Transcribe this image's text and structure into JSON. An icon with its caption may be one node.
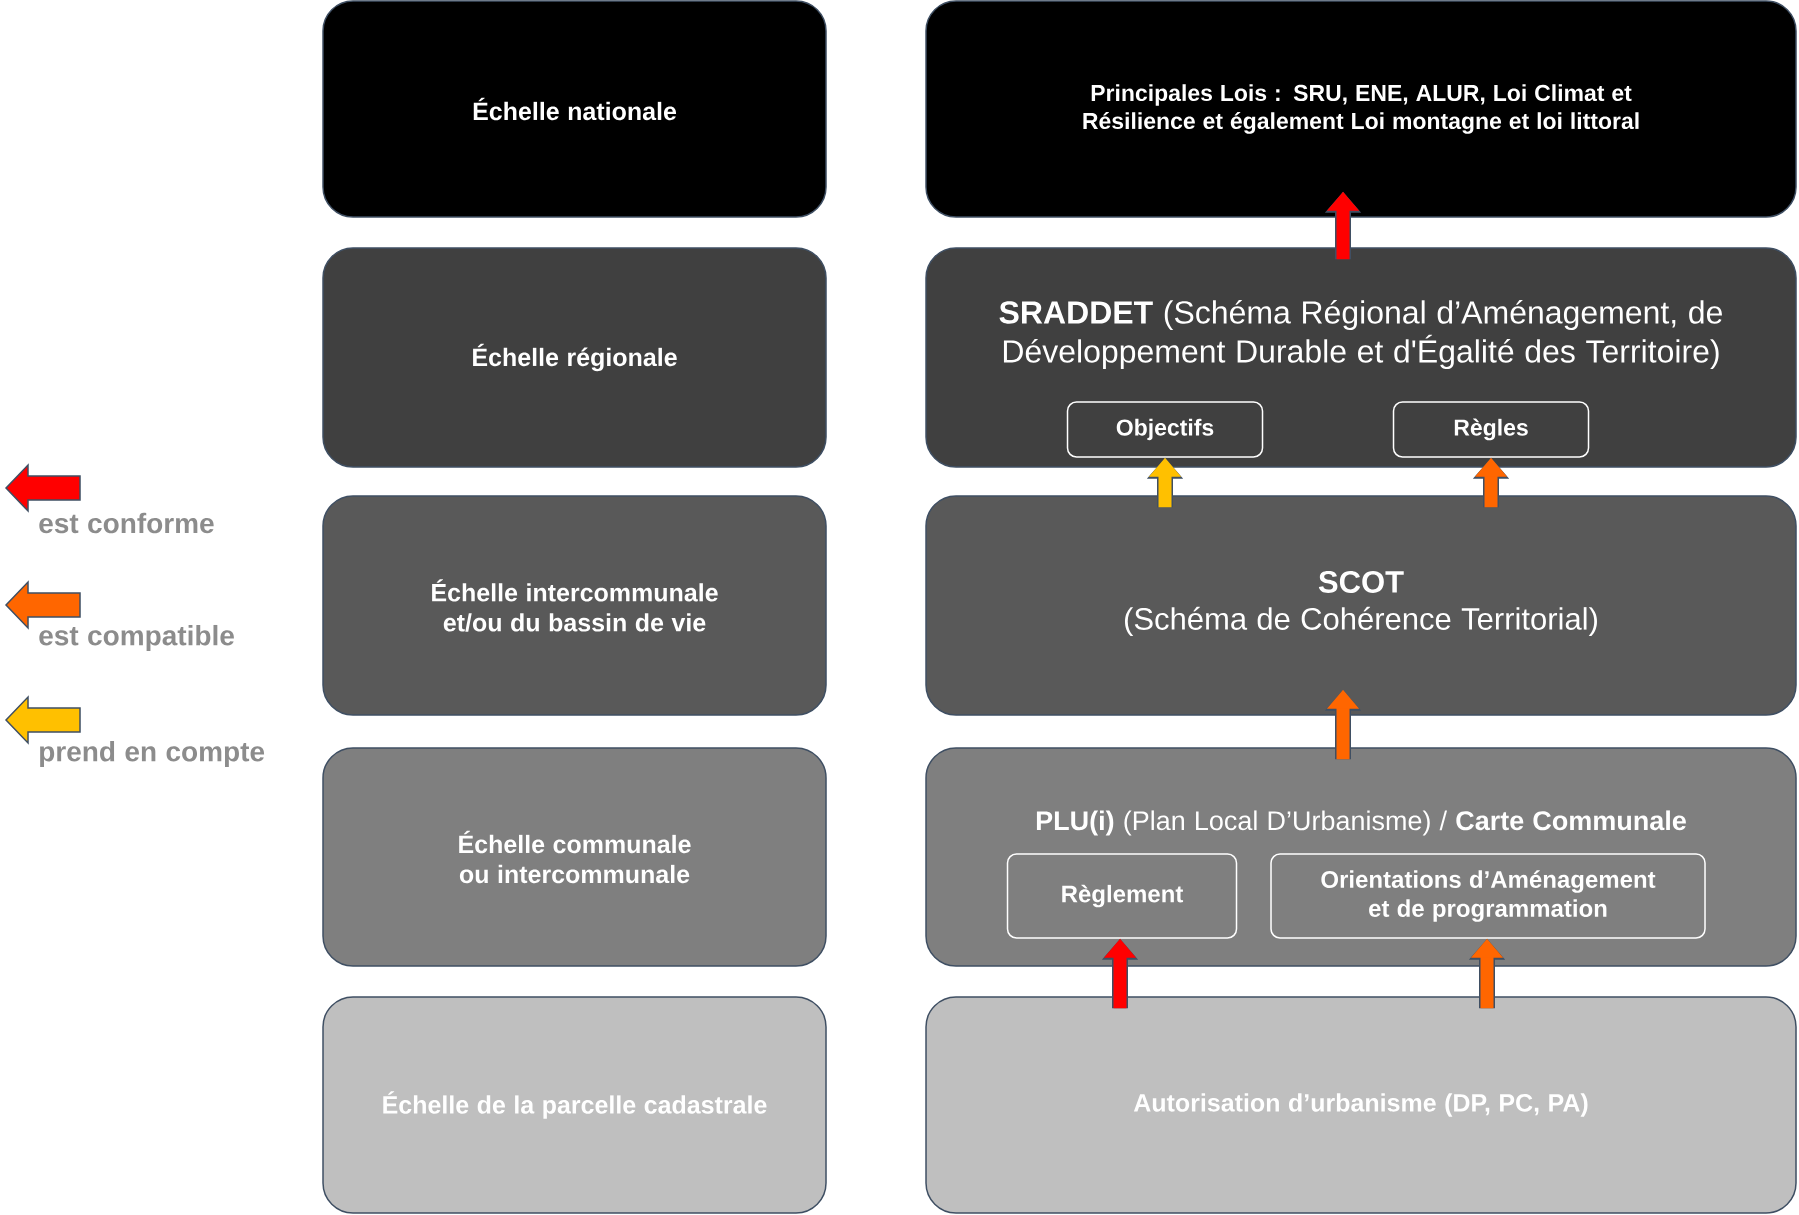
{
  "diagram": {
    "nodes": [
      {
        "text": [
          "Échelle nationale"
        ]
      },
      {
        "text": [
          "Principales Lois : SRU, ENE, ALUR, Loi Climat et Résilience et également Loi montagne et loi littoral"
        ]
      },
      {
        "text": [
          "Échelle régionale"
        ]
      },
      {
        "text": [
          "**SRADDET** (Schéma Régional d’Aménagement, de Développement Durable et d'Égalité des Territoire)"
        ]
      },
      {
        "text": [
          "Objectifs"
        ],
        "in": 3
      },
      {
        "text": [
          "Règles"
        ],
        "in": 3
      },
      {
        "text": [
          "Échelle intercommunale et/ou du bassin de vie"
        ]
      },
      {
        "text": [
          "SCOT",
          "(Schéma de Cohérence Territorial)"
        ]
      },
      {
        "text": [
          "Échelle communale ou intercommunale"
        ]
      },
      {
        "text": [
          "**PLU(i)** (Plan Local D’Urbanisme)  / **Carte Communale**"
        ]
      },
      {
        "text": [
          "Règlement"
        ],
        "in": 9
      },
      {
        "text": [
          "Orientations d’Aménagement et de programmation"
        ],
        "in": 9
      },
      {
        "text": [
          "Échelle de la parcelle cadastrale"
        ]
      },
      {
        "text": [
          "Autorisation d’urbanisme (DP, PC, PA)"
        ]
      }
    ],
    "edges": [
      {
        "from": 3,
        "to": 1,
        "arrow": "to",
        "color": "#ff0000"
      },
      {
        "from": 7,
        "to": 4,
        "arrow": "to",
        "color": "#ffc000"
      },
      {
        "from": 7,
        "to": 5,
        "arrow": "to",
        "color": "#ff6600"
      },
      {
        "from": 9,
        "to": 7,
        "arrow": "to",
        "color": "#ff6600"
      },
      {
        "from": 13,
        "to": 10,
        "arrow": "to",
        "color": "#ff0000"
      },
      {
        "from": 13,
        "to": 11,
        "arrow": "to",
        "color": "#ff6600"
      }
    ],
    "legend": [
      {
        "text": "est conforme",
        "color": "#ff0000"
      },
      {
        "text": "est compatible",
        "color": "#ff6600"
      },
      {
        "text": "prend en compte",
        "color": "#ffc000"
      }
    ]
  }
}
